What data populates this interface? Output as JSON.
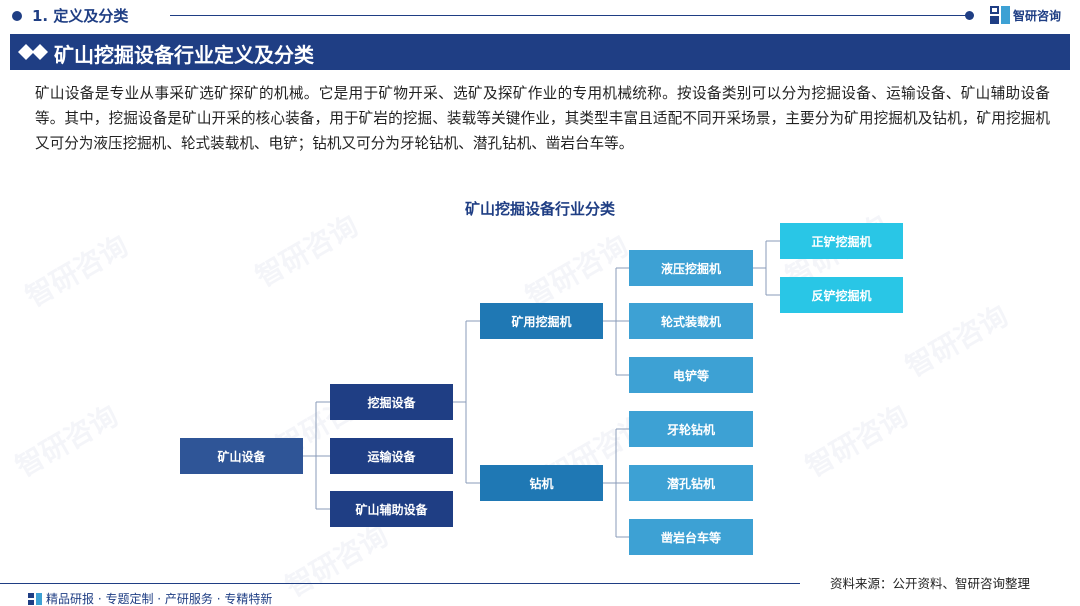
{
  "header": {
    "section_title": "1. 定义及分类",
    "brand_name": "智研咨询",
    "banner_title": "矿山挖掘设备行业定义及分类"
  },
  "intro_text": "矿山设备是专业从事采矿选矿探矿的机械。它是用于矿物开采、选矿及探矿作业的专用机械统称。按设备类别可以分为挖掘设备、运输设备、矿山辅助设备等。其中，挖掘设备是矿山开采的核心装备，用于矿岩的挖掘、装载等关键作业，其类型丰富且适配不同开采场景，主要分为矿用挖掘机及钻机，矿用挖掘机又可分为液压挖掘机、轮式装载机、电铲；钻机又可分为牙轮钻机、潜孔钻机、凿岩台车等。",
  "diagram": {
    "title": "矿山挖掘设备行业分类",
    "root": "矿山设备",
    "level1": [
      "挖掘设备",
      "运输设备",
      "矿山辅助设备"
    ],
    "level2": [
      "矿用挖掘机",
      "钻机"
    ],
    "level3_excavator": [
      "液压挖掘机",
      "轮式装载机",
      "电铲等"
    ],
    "level3_drill": [
      "牙轮钻机",
      "潜孔钻机",
      "凿岩台车等"
    ],
    "level4_hydraulic": [
      "正铲挖掘机",
      "反铲挖掘机"
    ]
  },
  "watermark_text": "智研咨询",
  "footer": {
    "services": "精品研报 · 专题定制 · 产研服务 · 专精特新",
    "source": "资料来源：公开资料、智研咨询整理"
  },
  "colors": {
    "navy": "#1f3e84",
    "root": "#2f5597",
    "mid_blue": "#1f78b4",
    "light_blue": "#3da1d4",
    "cyan": "#29c6e6"
  }
}
